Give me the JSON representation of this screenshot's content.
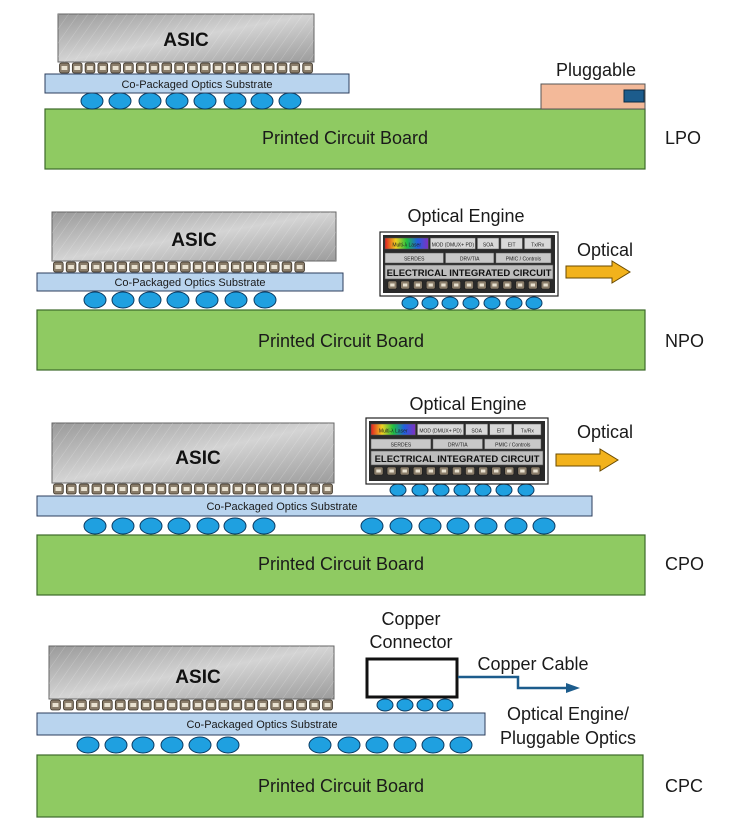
{
  "colors": {
    "pcb_fill": "#8fca62",
    "pcb_stroke": "#3c6a2a",
    "substrate_fill": "#b9d4ee",
    "substrate_stroke": "#2c3e5c",
    "asic_fill": "#c8c8c8",
    "ball_fill": "#1fa0e0",
    "ball_stroke": "#0a3a62",
    "pluggable_fill": "#f3b999",
    "arrow_fill": "#f2b21c",
    "cable_color": "#1c5c8c"
  },
  "labels": {
    "asic": "ASIC",
    "pcb": "Printed Circuit Board",
    "substrate": "Co-Packaged Optics Substrate",
    "pluggable": "Pluggable",
    "optical_engine": "Optical Engine",
    "optical": "Optical",
    "eic": "ELECTRICAL INTEGRATED CIRCUIT",
    "oe_cells_top": [
      "Multi-λ Laser",
      "MOD (DMUX+ PD)",
      "SOA",
      "EIT",
      "Tx/Rx"
    ],
    "oe_cells_mid": [
      "SERDES",
      "DRV/TIA",
      "PMIC / Controls"
    ],
    "copper_connector": [
      "Copper",
      "Connector"
    ],
    "copper_cable": "Copper Cable",
    "oe_pluggable": [
      "Optical Engine/",
      "Pluggable Optics"
    ]
  },
  "rows": [
    {
      "id": "lpo",
      "tag": "LPO"
    },
    {
      "id": "npo",
      "tag": "NPO"
    },
    {
      "id": "cpo",
      "tag": "CPO"
    },
    {
      "id": "cpc",
      "tag": "CPC"
    }
  ]
}
